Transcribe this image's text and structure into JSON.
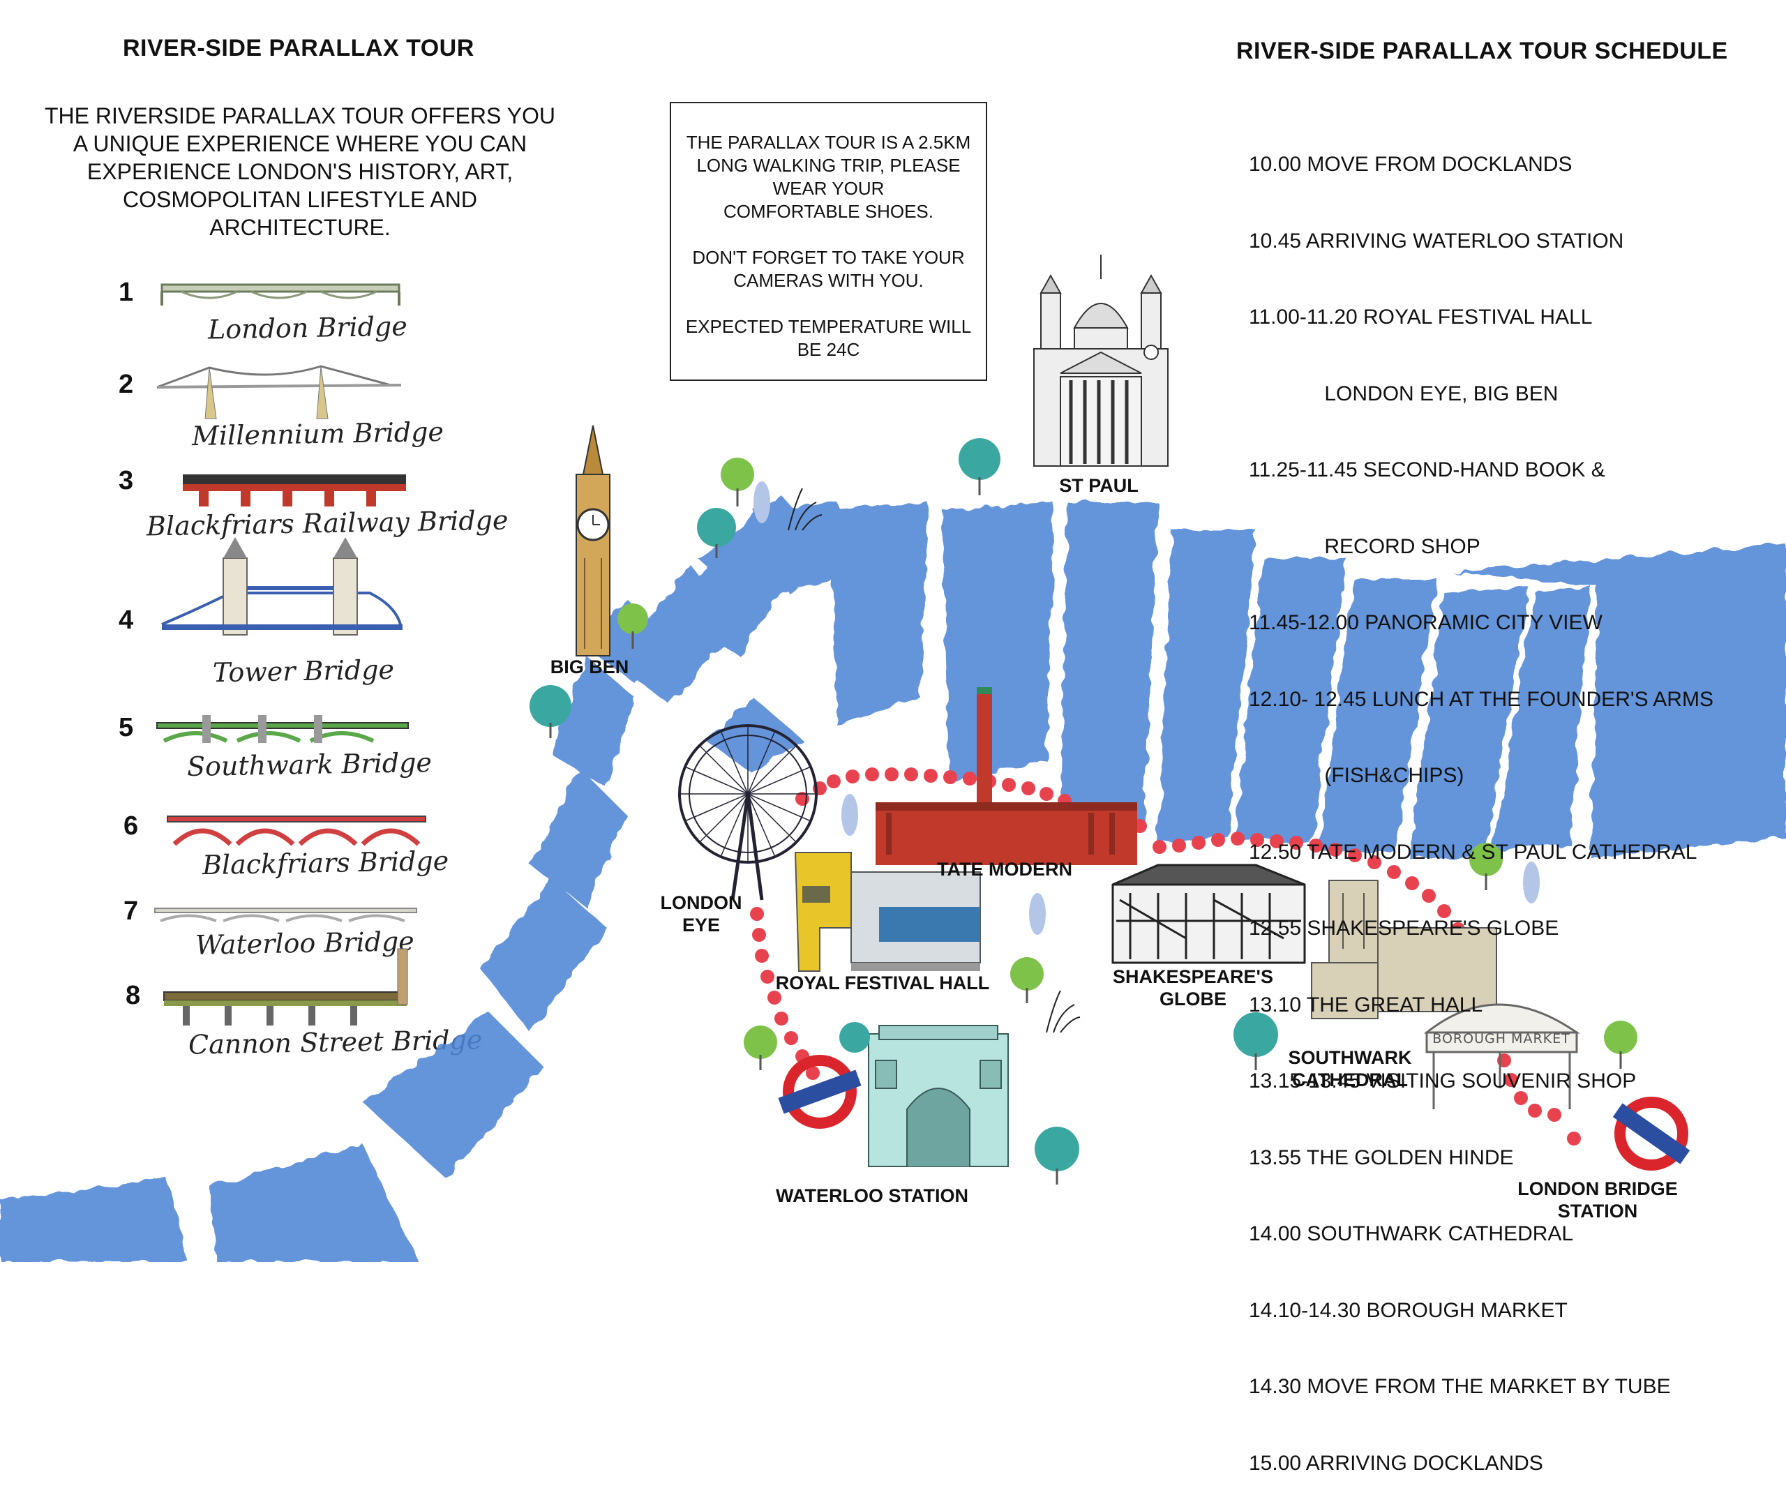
{
  "left": {
    "title": "RIVER-SIDE PARALLAX TOUR",
    "intro": [
      "THE RIVERSIDE PARALLAX TOUR OFFERS YOU",
      "A UNIQUE EXPERIENCE WHERE YOU CAN",
      "EXPERIENCE LONDON'S HISTORY, ART,",
      "COSMOPOLITAN LIFESTYLE AND",
      "ARCHITECTURE."
    ]
  },
  "bridges": [
    {
      "num": "1",
      "name": "London Bridge",
      "color": "#8a9a7a"
    },
    {
      "num": "2",
      "name": "Millennium Bridge",
      "color": "#9aa0a0"
    },
    {
      "num": "3",
      "name": "Blackfriars Railway Bridge",
      "color": "#c0392b"
    },
    {
      "num": "4",
      "name": "Tower Bridge",
      "color": "#3a5fb0"
    },
    {
      "num": "5",
      "name": "Southwark Bridge",
      "color": "#5aa84a"
    },
    {
      "num": "6",
      "name": "Blackfriars Bridge",
      "color": "#d04040"
    },
    {
      "num": "7",
      "name": "Waterloo Bridge",
      "color": "#b5b5a0"
    },
    {
      "num": "8",
      "name": "Cannon Street Bridge",
      "color": "#6a7a3a"
    }
  ],
  "infobox": {
    "p1": [
      "THE PARALLAX TOUR IS A 2.5KM",
      "LONG WALKING TRIP, PLEASE",
      "WEAR YOUR",
      "COMFORTABLE SHOES."
    ],
    "p2": [
      "DON'T FORGET TO TAKE YOUR",
      "CAMERAS WITH YOU."
    ],
    "p3": [
      "EXPECTED TEMPERATURE WILL",
      "BE 24C"
    ]
  },
  "schedule": {
    "title": "RIVER-SIDE PARALLAX TOUR SCHEDULE",
    "items": [
      "10.00 MOVE FROM DOCKLANDS",
      "10.45 ARRIVING WATERLOO STATION",
      "11.00-11.20 ROYAL FESTIVAL HALL",
      "             LONDON EYE, BIG BEN",
      "11.25-11.45 SECOND-HAND BOOK &",
      "             RECORD SHOP",
      "11.45-12.00 PANORAMIC CITY VIEW",
      "12.10- 12.45 LUNCH AT THE FOUNDER'S ARMS",
      "             (FISH&CHIPS)",
      "12.50 TATE MODERN & ST PAUL CATHEDRAL",
      "12.55 SHAKESPEARE'S GLOBE",
      "13.10 THE GREAT HALL",
      "13.15-13.45 VISITING SOUVENIR SHOP",
      "13.55 THE GOLDEN HINDE",
      "14.00 SOUTHWARK CATHEDRAL",
      "14.10-14.30 BOROUGH MARKET",
      "14.30 MOVE FROM THE MARKET BY TUBE",
      "15.00 ARRIVING DOCKLANDS"
    ]
  },
  "map_labels": {
    "big_ben": "BIG BEN",
    "st_paul": "ST PAUL",
    "london_eye": [
      "LONDON",
      "EYE"
    ],
    "tate_modern": "TATE MODERN",
    "royal_festival_hall": "ROYAL FESTIVAL HALL",
    "shakespeares_globe": "SHAKESPEARE'S GLOBE",
    "southwark_cathedral": [
      "SOUTHWARK",
      "CATHEDRAL"
    ],
    "waterloo_station": "WATERLOO STATION",
    "london_bridge_station": [
      "LONDON BRIDGE",
      "STATION"
    ],
    "borough_market_sign": "BOROUGH MARKET"
  },
  "colors": {
    "river": "#4f86d6",
    "route_dots": "#e8424f",
    "tube": "#d9252b",
    "tube_bar": "#2b4ea0",
    "tree": "#3aa7a0",
    "tate": "#c0392b"
  }
}
